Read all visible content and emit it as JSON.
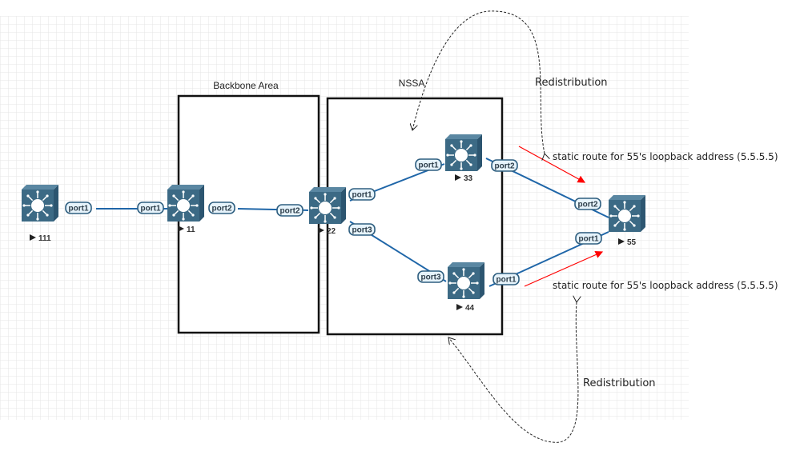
{
  "areas": [
    {
      "id": "backbone",
      "title": "Backbone Area"
    },
    {
      "id": "nssa",
      "title": "NSSA"
    }
  ],
  "nodes": [
    {
      "id": "111",
      "label": "111"
    },
    {
      "id": "11",
      "label": "11"
    },
    {
      "id": "22",
      "label": "22"
    },
    {
      "id": "33",
      "label": "33"
    },
    {
      "id": "44",
      "label": "44"
    },
    {
      "id": "55",
      "label": "55"
    }
  ],
  "links": [
    {
      "from": "111",
      "from_port": "port1",
      "to": "11",
      "to_port": "port1"
    },
    {
      "from": "11",
      "from_port": "port2",
      "to": "22",
      "to_port": "port2"
    },
    {
      "from": "22",
      "from_port": "port1",
      "to": "33",
      "to_port": "port1"
    },
    {
      "from": "22",
      "from_port": "port3",
      "to": "44",
      "to_port": "port3"
    },
    {
      "from": "33",
      "from_port": "port2",
      "to": "55",
      "to_port": "port2"
    },
    {
      "from": "44",
      "from_port": "port1",
      "to": "55",
      "to_port": "port1"
    }
  ],
  "annotations": {
    "redistribution_top": "Redistribution",
    "redistribution_bottom": "Redistribution",
    "static_route_top": "static route for 55's loopback address (5.5.5.5)",
    "static_route_bottom": "static route for 55's loopback address (5.5.5.5)"
  },
  "colors": {
    "switch": "#3c6a85",
    "link": "#1f66a8",
    "static_arrow": "#ff0000",
    "grid": "#e4e4e4"
  }
}
